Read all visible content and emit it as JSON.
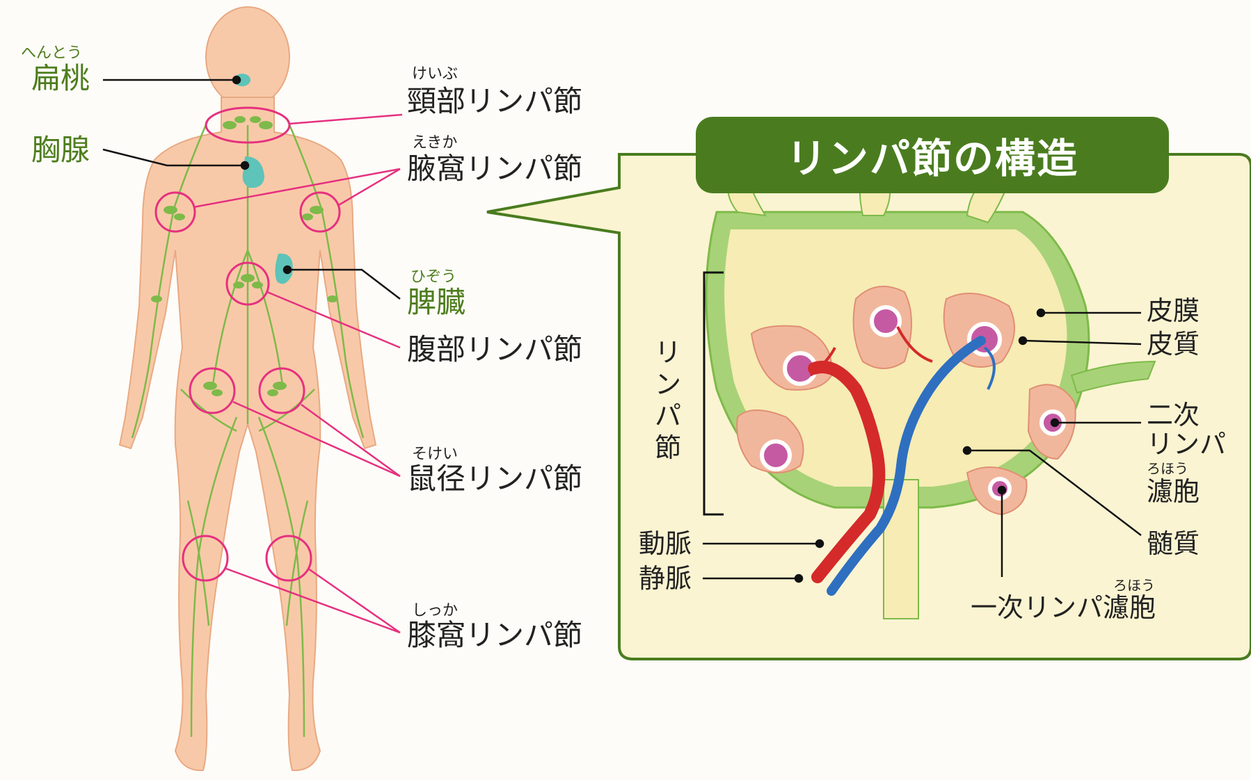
{
  "title": "リンパ節の構造",
  "body_labels": {
    "tonsil": {
      "ruby": "へんとう",
      "text": "扁桃"
    },
    "thymus": {
      "text": "胸腺"
    },
    "cervical": {
      "ruby": "けいぶ",
      "text": "頸部リンパ節"
    },
    "axillary": {
      "ruby": "えきか",
      "text": "腋窩リンパ節"
    },
    "spleen": {
      "ruby": "ひぞう",
      "text": "脾臓"
    },
    "abdominal": {
      "text": "腹部リンパ節"
    },
    "inguinal": {
      "ruby": "そけい",
      "text": "鼠径リンパ節"
    },
    "popliteal": {
      "ruby": "しっか",
      "text": "膝窩リンパ節"
    }
  },
  "node_labels": {
    "lymph_node_vertical": "リンパ節",
    "capsule": "皮膜",
    "cortex": "皮質",
    "secondary_follicle_1": "二次",
    "secondary_follicle_2": "リンパ",
    "secondary_follicle_ruby": "ろほう",
    "secondary_follicle_3": "濾胞",
    "medulla": "髄質",
    "artery": "動脈",
    "vein": "静脈",
    "primary_follicle_ruby": "ろほう",
    "primary_follicle": "一次リンパ濾胞"
  },
  "colors": {
    "skin": "#f8c9a8",
    "lymph": "#7dba4a",
    "organ": "#5ec3b8",
    "accent": "#e6307f",
    "title_bg": "#4a7c1f",
    "panel_bg": "#fbf4d2",
    "artery": "#d42a2a",
    "vein": "#2f6fc0"
  }
}
